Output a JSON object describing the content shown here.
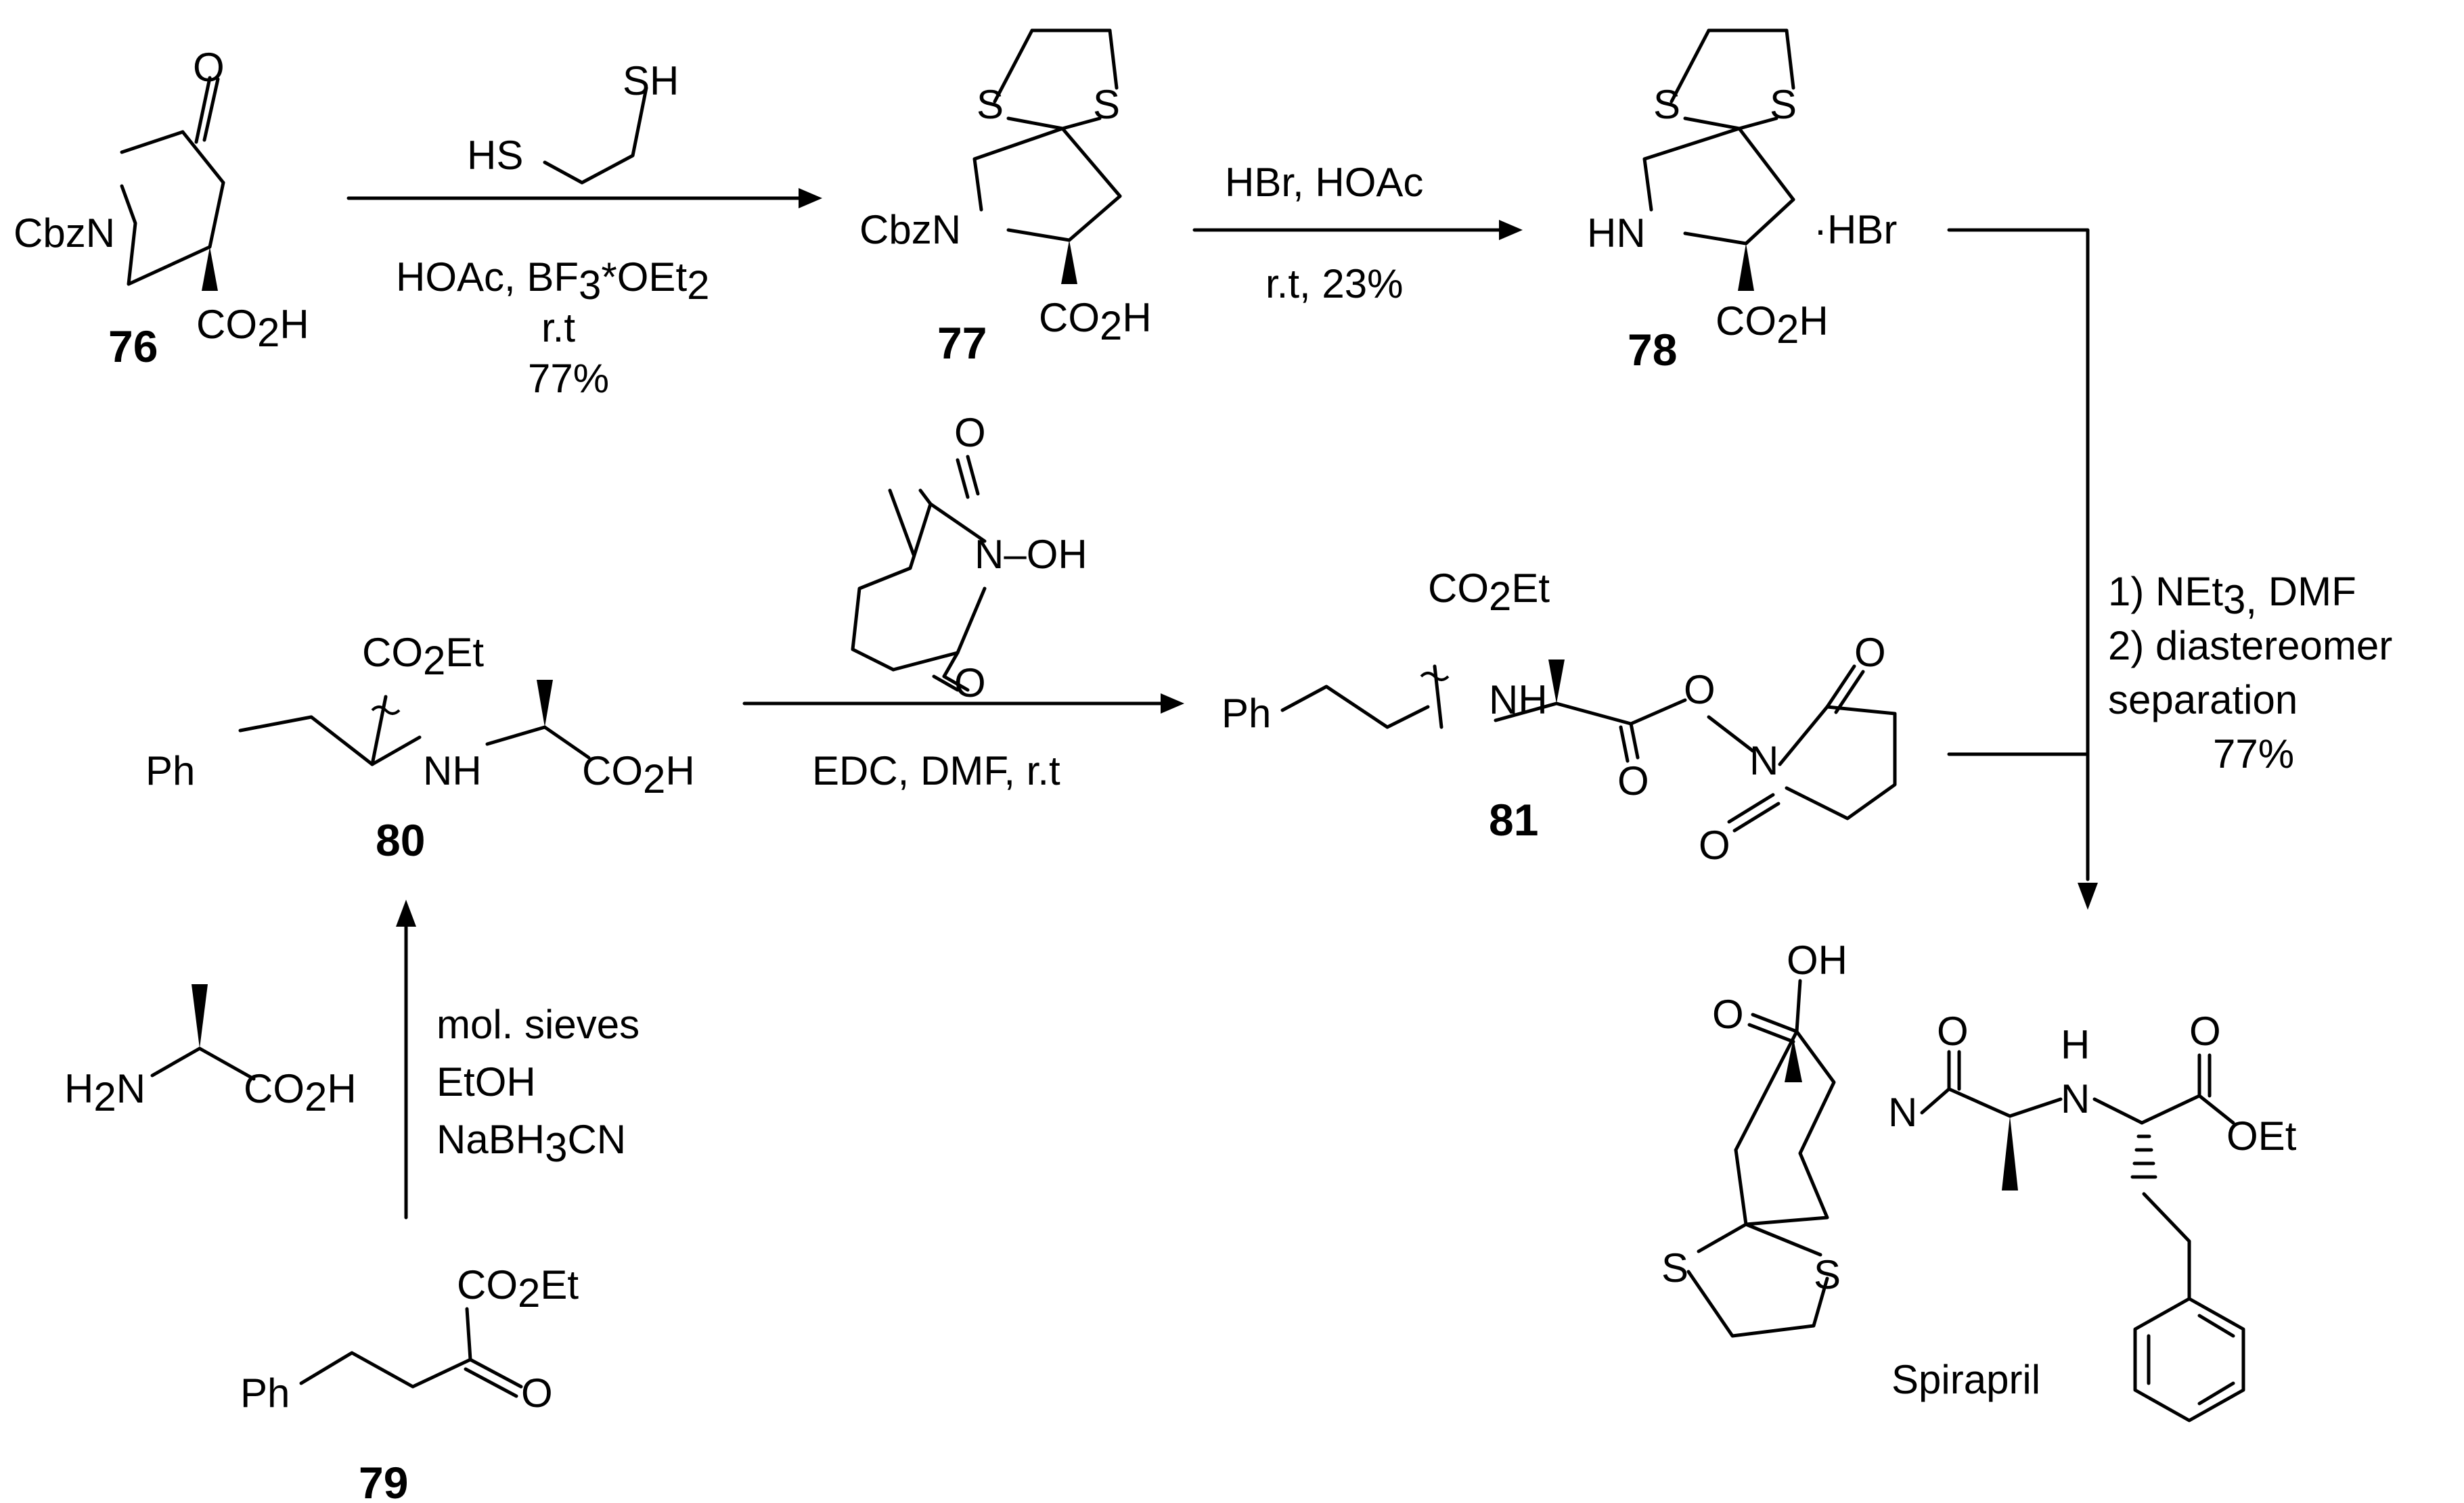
{
  "compounds": {
    "c76": {
      "label": "76",
      "n": "CbzN",
      "o": "O",
      "acid": "CO",
      "acid_sub": "2",
      "acid_h": "H"
    },
    "c77": {
      "label": "77",
      "n": "CbzN",
      "s1": "S",
      "s2": "S",
      "acid": "CO",
      "acid_sub": "2",
      "acid_h": "H"
    },
    "c78": {
      "label": "78",
      "n": "HN",
      "s1": "S",
      "s2": "S",
      "salt": "·HBr",
      "acid": "CO",
      "acid_sub": "2",
      "acid_h": "H"
    },
    "c79": {
      "label": "79",
      "ph": "Ph",
      "ester": "CO",
      "ester_sub": "2",
      "ester_tail": "Et",
      "o": "O"
    },
    "c80": {
      "label": "80",
      "ph": "Ph",
      "ester": "CO",
      "ester_sub": "2",
      "ester_tail": "Et",
      "nh": "NH",
      "acid": "CO",
      "acid_sub": "2",
      "acid_h": "H"
    },
    "c81": {
      "label": "81",
      "ph": "Ph",
      "ester": "CO",
      "ester_sub": "2",
      "ester_tail": "Et",
      "nh": "NH",
      "o_link": "O",
      "n": "N",
      "o1": "O",
      "o2": "O",
      "o3": "O"
    },
    "dithiol": {
      "sh_top": "SH",
      "sh_left": "HS"
    },
    "nhs": {
      "o_top": "O",
      "o_bottom": "O",
      "n_oh": "N–OH"
    },
    "alanine": {
      "h2n": "H",
      "h2n_sub": "2",
      "h2n_n": "N",
      "acid": "CO",
      "acid_sub": "2",
      "acid_h": "H"
    },
    "spirapril": {
      "name": "Spirapril",
      "oh": "OH",
      "o_acid": "O",
      "n": "N",
      "o_amide": "O",
      "h": "H",
      "nh": "N",
      "o_ester": "O",
      "oet": "OEt",
      "s1": "S",
      "s2": "S"
    }
  },
  "conditions": {
    "step1": {
      "line1_a": "HOAc, BF",
      "line1_sub": "3",
      "line1_b": "*OEt",
      "line1_sub2": "2",
      "line2": "r.t",
      "line3": "77%"
    },
    "step2": {
      "above": "HBr, HOAc",
      "below": "r.t, 23%"
    },
    "step3": {
      "below": "EDC, DMF, r.t"
    },
    "step4": {
      "line1": "mol. sieves",
      "line2": "EtOH",
      "line3_a": "NaBH",
      "line3_sub": "3",
      "line3_b": "CN"
    },
    "step5": {
      "line1_a": "1) NEt",
      "line1_sub": "3,",
      "line1_b": " DMF",
      "line2": "2) diastereomer",
      "line3": "separation",
      "line4": "77%"
    }
  }
}
